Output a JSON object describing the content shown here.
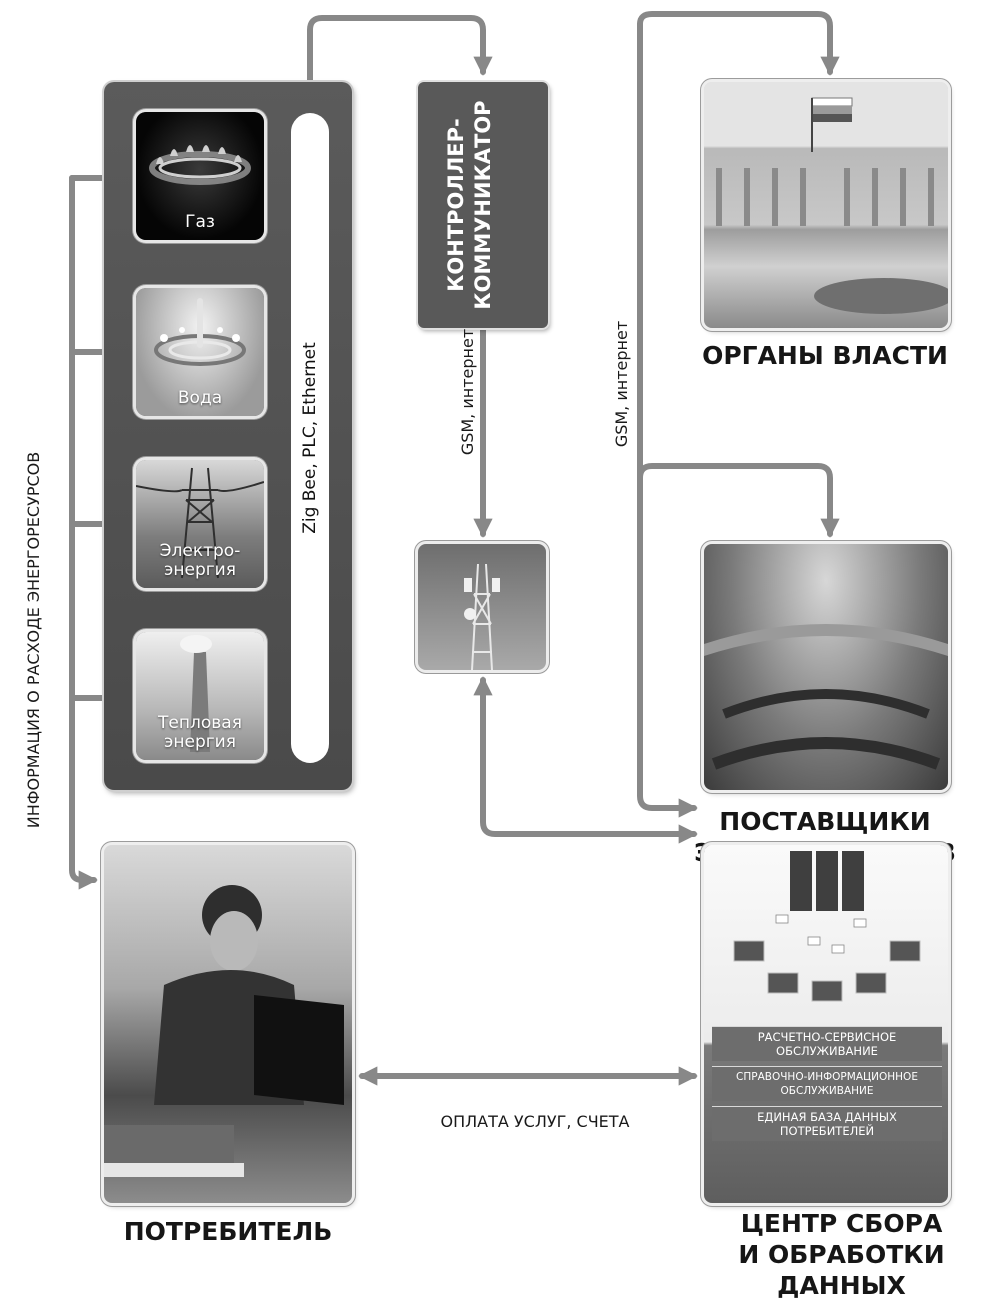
{
  "left_label": "ИНФОРМАЦИЯ О РАСХОДЕ ЭНЕРГОРЕСУРСОВ",
  "bus_label": "Zig Bee, PLC, Ethernet",
  "resources": [
    {
      "label": "Газ"
    },
    {
      "label": "Вода"
    },
    {
      "label": "Электро-\nэнергия"
    },
    {
      "label": "Тепловая\nэнергия"
    }
  ],
  "controller": {
    "label": "КОНТРОЛЛЕР-\nКОММУНИКАТОР"
  },
  "link_labels": {
    "controller_to_tower": "GSM, интернет",
    "network": "GSM, интернет"
  },
  "headings": {
    "authorities": "ОРГАНЫ ВЛАСТИ",
    "suppliers": "ПОСТАВЩИКИ\nЭНЕРГОРЕСУРСОВ",
    "consumer": "ПОТРЕБИТЕЛЬ",
    "data_center": "ЦЕНТР СБОРА\nИ ОБРАБОТКИ ДАННЫХ"
  },
  "data_center_services": [
    "РАСЧЕТНО-СЕРВИСНОЕ\nОБСЛУЖИВАНИЕ",
    "СПРАВОЧНО-ИНФОРМАЦИОННОЕ\nОБСЛУЖИВАНИЕ",
    "ЕДИНАЯ БАЗА ДАННЫХ\nПОТРЕБИТЕЛЕЙ"
  ],
  "payment_label": "ОПЛАТА УСЛУГ, СЧЕТА",
  "colors": {
    "connector": "#888888",
    "panel": "#555555",
    "text": "#1a1a1a"
  }
}
